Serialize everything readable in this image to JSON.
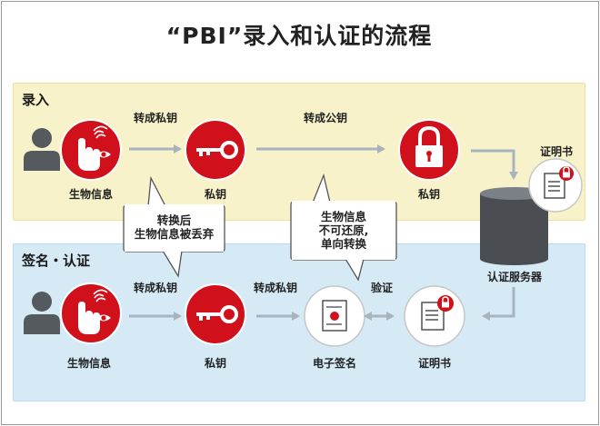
{
  "title": "“PBI”录入和认证的流程",
  "enroll": {
    "label": "录入",
    "convert_private": "转成私钥",
    "convert_public": "转成公钥",
    "biometric": "生物信息",
    "private_key": "私钥",
    "locked_private_key": "私钥",
    "certificate": "证明书"
  },
  "verify": {
    "label": "签名・认证",
    "convert_private": "转成私钥",
    "convert_private_2": "转成私钥",
    "verify": "验证",
    "biometric": "生物信息",
    "private_key": "私钥",
    "e_signature": "电子签名",
    "certificate": "证明书"
  },
  "server": "认证服务器",
  "callout_left": {
    "line1": "转换后",
    "line2": "生物信息被丢弃"
  },
  "callout_right": {
    "line1": "生物信息",
    "line2": "不可还原,",
    "line3": "单向转换"
  },
  "colors": {
    "red": "#d0101b",
    "arrow": "#a8b4bd",
    "enroll_band": "#f7f2c9",
    "verify_band": "#d6eaf6"
  }
}
